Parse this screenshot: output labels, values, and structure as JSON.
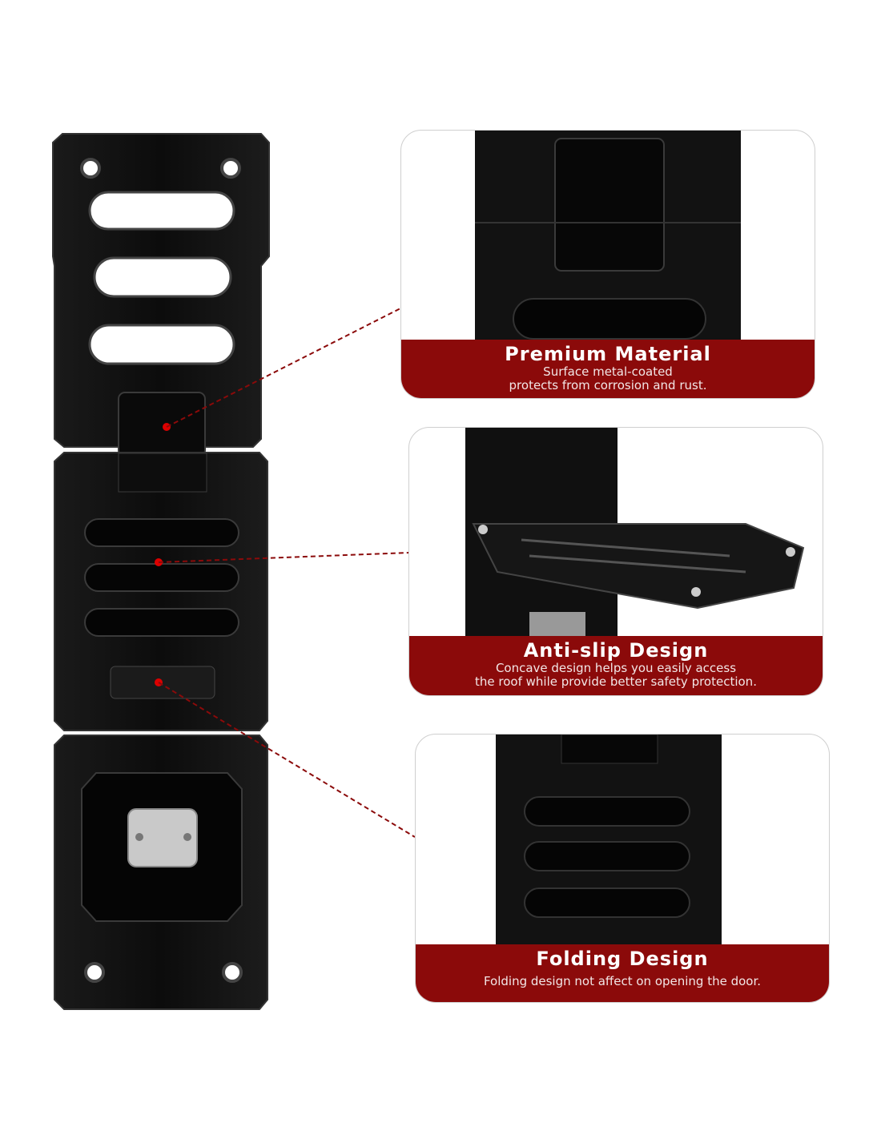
{
  "colors": {
    "accent": "#8b0a0a",
    "product": "#111111"
  },
  "features": [
    {
      "title": "Premium Material",
      "lines": [
        "Surface metal-coated",
        "protects from corrosion and rust."
      ]
    },
    {
      "title": "Anti-slip Design",
      "lines": [
        "Concave design helps you easily access",
        "the roof while provide better safety protection."
      ]
    },
    {
      "title": "Folding Design",
      "lines": [
        "Folding design not affect on opening the door."
      ]
    }
  ]
}
